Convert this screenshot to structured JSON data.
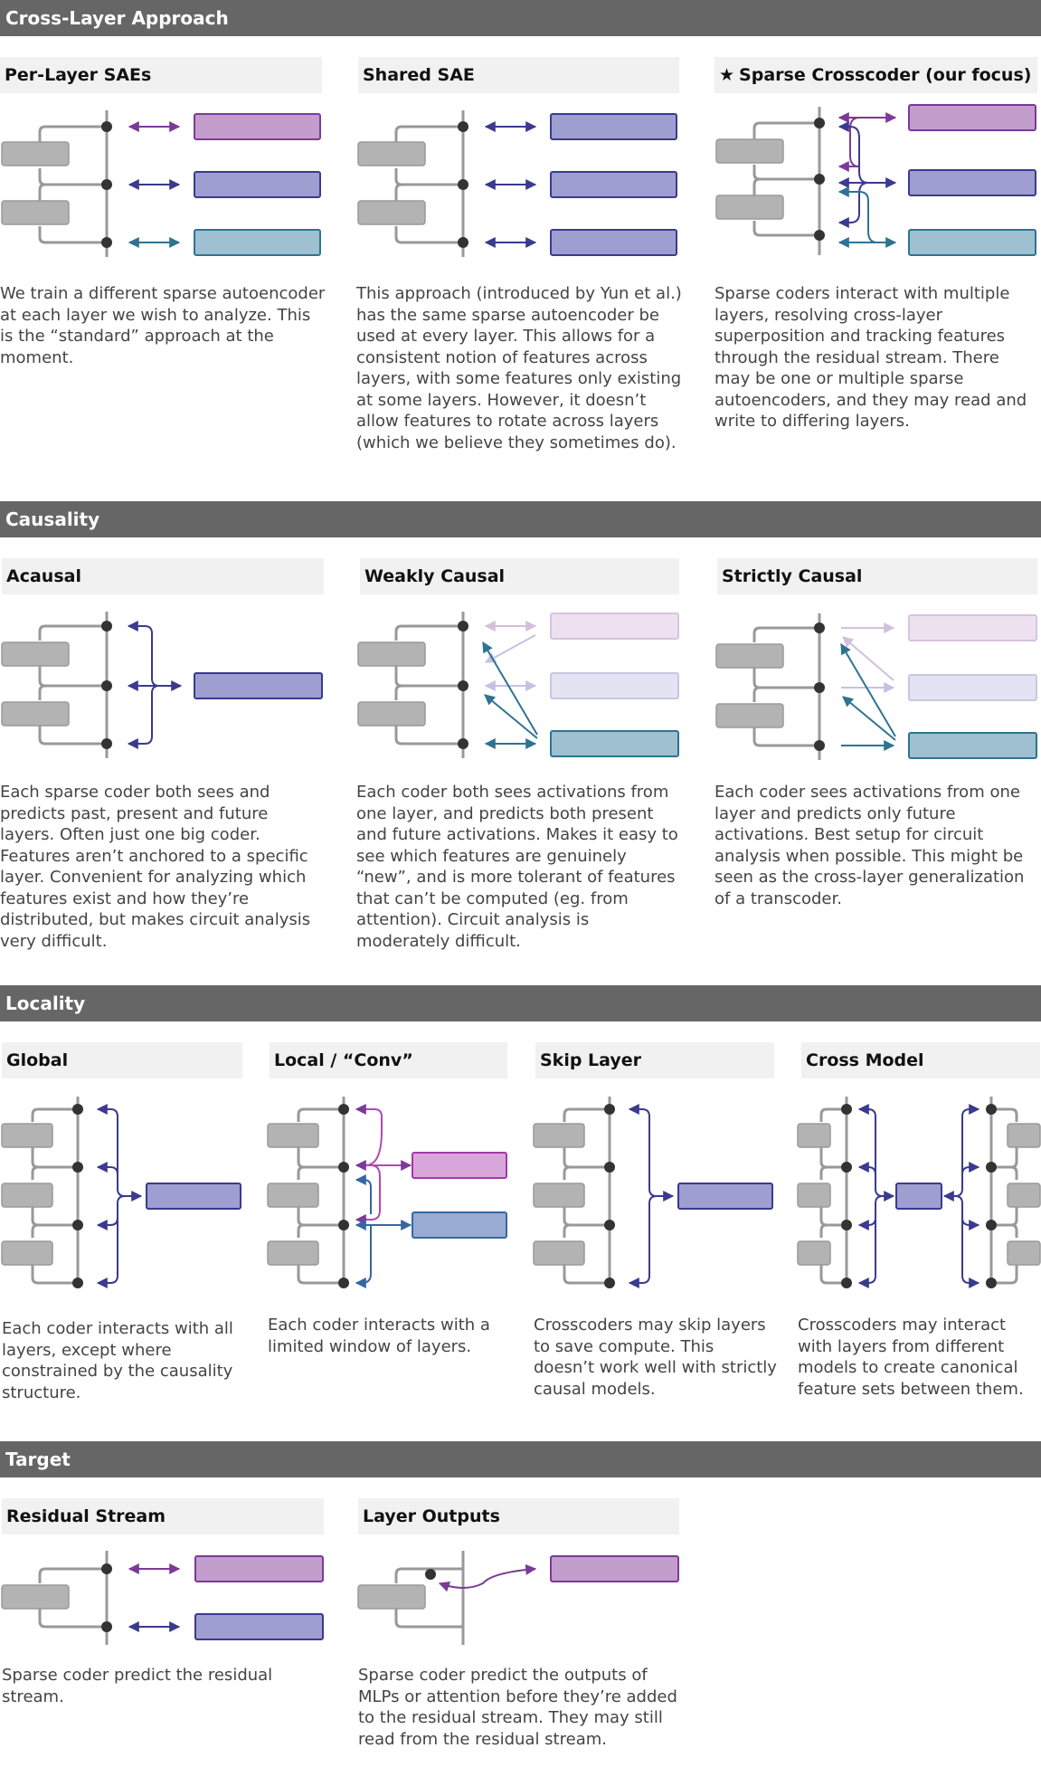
{
  "colors": {
    "section_bar": "#666666",
    "header_bg": "#f1f1f1",
    "purple": "#7b3a99",
    "purple_fill": "#c39dcc",
    "indigo": "#3a3a8f",
    "indigo_fill": "#9e9ed0",
    "teal": "#2f7391",
    "teal_fill": "#9ec0d0",
    "blue_fill": "#9aabd2",
    "gray_block": "#b3b3b3",
    "node": "#333333"
  },
  "sections": {
    "cross_layer": {
      "title": "Cross-Layer Approach",
      "per_layer": {
        "title": "Per-Layer SAEs",
        "desc": "We train a different sparse autoencoder at each layer we wish to analyze. This is the “standard” approach at the moment."
      },
      "shared": {
        "title": "Shared SAE",
        "desc": "This approach (introduced by Yun et al.) has the same sparse autoencoder be used at every layer. This allows for a consistent notion of features across layers, with some features only existing at some layers. However, it doesn’t allow features to rotate across layers (which we believe they sometimes do)."
      },
      "crosscoder": {
        "title": "Sparse Crosscoder (our focus)",
        "star_icon": "★",
        "desc": "Sparse coders interact with multiple layers, resolving cross-layer superposition and tracking features through the residual stream. There may be one or multiple sparse autoencoders, and they may read and write to differing layers."
      }
    },
    "causality": {
      "title": "Causality",
      "acausal": {
        "title": "Acausal",
        "desc": "Each sparse coder both sees and predicts past, present and future layers. Often just one big coder. Features aren’t anchored to a specific layer. Convenient for analyzing which features exist and how they’re distributed, but makes circuit analysis very difficult."
      },
      "weakly": {
        "title": "Weakly Causal",
        "desc": "Each coder both sees activations from one layer, and predicts both present and future activations. Makes it easy to see which features are genuinely “new”, and is more tolerant of features that can’t be computed (eg. from attention). Circuit analysis is moderately difficult."
      },
      "strictly": {
        "title": "Strictly Causal",
        "desc": "Each coder sees activations from one layer and predicts only future activations. Best setup for circuit analysis when possible. This might be seen as the cross-layer generalization of a transcoder."
      }
    },
    "locality": {
      "title": "Locality",
      "global": {
        "title": "Global",
        "desc": "Each coder interacts with all layers, except where constrained by the causality structure."
      },
      "local": {
        "title": "Local / “Conv”",
        "desc": "Each coder interacts with a limited window of layers."
      },
      "skip": {
        "title": "Skip Layer",
        "desc": "Crosscoders may skip layers to save compute. This doesn’t work well with strictly causal models."
      },
      "cross_model": {
        "title": "Cross Model",
        "desc": "Crosscoders may interact with layers from different models to create canonical feature sets between them."
      }
    },
    "target": {
      "title": "Target",
      "residual": {
        "title": "Residual Stream",
        "desc": "Sparse coder predict the residual stream."
      },
      "outputs": {
        "title": "Layer Outputs",
        "desc": "Sparse coder predict the outputs of MLPs or attention before they’re added to the residual stream. They may still read from the residual stream."
      }
    }
  }
}
